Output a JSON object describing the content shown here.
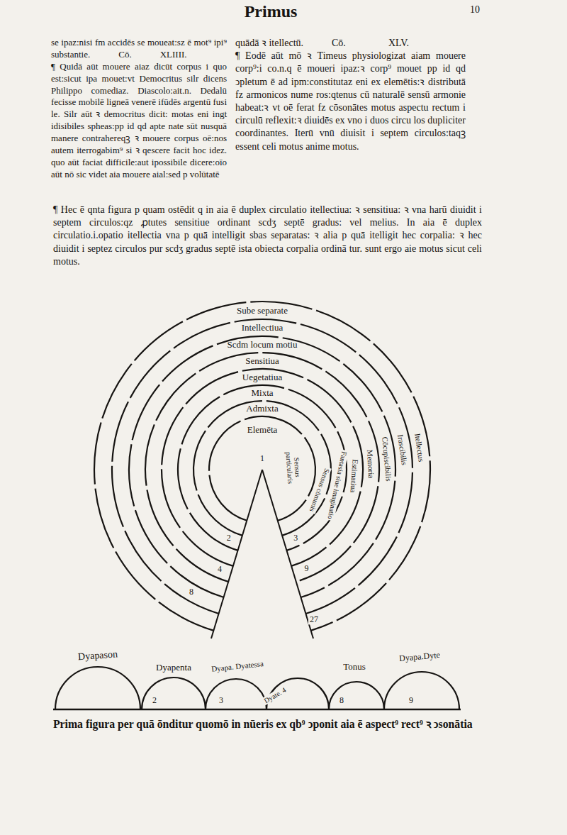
{
  "diagram": {
    "caption": "Prima figura per quā ōnditur quomō in nūeris ex qb⁹ ↄponit aia ē aspect⁹ rect⁹ ꝛ ↄsonātia",
    "labels": [
      "Primus",
      "10",
      "se ipaz:nisi fm accidēs se moueat:sz ē mot⁹ ipi⁹ substantie.",
      "Cō.",
      "XLIIII.",
      "¶ Quidā aūt mouere aiaz dicūt corpus i quo est:sicut ipa mouet:vt Democritus silr dicens Philippo comediaz. Diascolo:ait.n. Dedalū fecisse mobilē ligneā venerē ifūdēs argentū fusi le. Silr aūt ꝛ democritus dicit: motas eni ingt idisibiles spheas:pp id qd apte nate sūt nusquā manere contrahereqꝫ ꝛ mouere corpus oē:nos autem iterrogabim⁹ si ꝛ qescere facit hoc idez. quo aūt faciat difficile:aut ipossibile dicere:oīo aūt nō sic videt aia mouere aial:sed p volūtatē",
      "quādā ꝛ itellectū.",
      "Cō.",
      "XLV.",
      "¶ Eodē aūt mō ꝛ Timeus physiologizat aiam mouere corp⁹:i co.n.q ē moueri ipaz:ꝛ corp⁹ mouet pp id qd ↄpletum ē ad ipm:constitutaz eni ex elemētis:ꝛ distributā fz armonicos nume ros:qtenus cū naturalē sensū armonie habeat:ꝛ vt oē ferat fz cōsonātes motus aspectu rectum i circulū reflexit:ꝛ diuidēs ex vno i duos circu los dupliciter coordinantes. Iterū vnū diuisit i septem circulos:taqꝫ essent celi motus anime motus.",
      "¶ Hec ē qnta figura p quam ostēdit q in aia ē duplex circulatio itellectiua: ꝛ sensitiua: ꝛ vna harū diuidit i septem circulos:qz ꝓtutes sensitiue ordinant scdʒ septē gradus: vel melius. In aia ē duplex circulatio.i.opatio itellectia vna p quā intelligit sbas separatas: ꝛ alia p quā itelligit hec corpalia: ꝛ hec diuidit i septez circulos pur scdʒ gradus septē ista obiecta corpalia ordinā tur. sunt ergo aie motus sicut celi motus.",
      "Sube separate",
      "Intellectiua",
      "Scdm locum motiu",
      "Sensitiua",
      "Uegetatiua",
      "Mixta",
      "Admixta",
      "Elemēta",
      "Itellectus",
      "Irascibilis",
      "Cōcupiscibilis",
      "Memoria",
      "Estimatiua",
      "Fantasia siue imaginatio",
      "Sensus cōmunis",
      "Sensus particularis",
      "1",
      "2",
      "3",
      "4",
      "9",
      "8",
      "27",
      "Dyapason",
      "Dyapenta",
      "Dyapa. Dyatessa",
      "Dyate. 4",
      "Tonus",
      "Dyapa.Dyte",
      "2",
      "3",
      "8",
      "9"
    ]
  }
}
